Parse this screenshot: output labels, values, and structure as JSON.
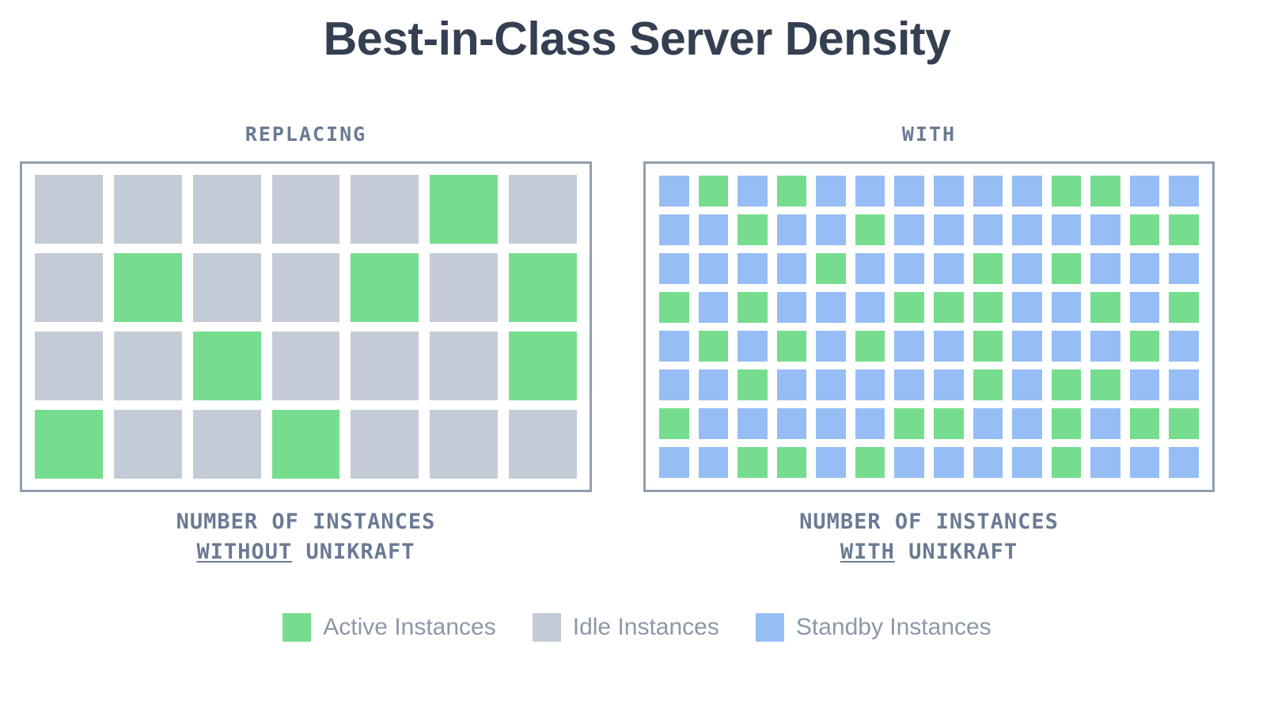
{
  "title": "Best-in-Class Server Density",
  "headers": {
    "left": "REPLACING",
    "right": "WITH"
  },
  "captions": {
    "left": {
      "line1": "NUMBER OF INSTANCES",
      "emphasis": "WITHOUT",
      "rest": " UNIKRAFT"
    },
    "right": {
      "line1": "NUMBER OF INSTANCES",
      "emphasis": "WITH",
      "rest": " UNIKRAFT"
    }
  },
  "colors": {
    "active": "#77dd8e",
    "idle": "#c3ccd6",
    "standby": "#96bdf5",
    "title": "#343f51",
    "text_muted": "#6b7a94",
    "panel_border": "#909eb0",
    "legend_text": "#8d97a6",
    "background": "#ffffff"
  },
  "legend": [
    {
      "swatch": "active-swatch",
      "color": "#77dd8e",
      "label": "Active Instances"
    },
    {
      "swatch": "idle-swatch",
      "color": "#c3ccd6",
      "label": "Idle Instances"
    },
    {
      "swatch": "standby-swatch",
      "color": "#96bdf5",
      "label": "Standby Instances"
    }
  ],
  "chart_data": {
    "type": "heatmap",
    "title": "Best-in-Class Server Density",
    "legend_position": "bottom",
    "panels": [
      {
        "id": "without-unikraft",
        "header": "REPLACING",
        "caption": "NUMBER OF INSTANCES WITHOUT UNIKRAFT",
        "rows": 4,
        "cols": 7,
        "total_cells": 28,
        "base_state": "idle",
        "active_count": 8,
        "idle_count": 20,
        "grid": [
          [
            "idle",
            "idle",
            "idle",
            "idle",
            "idle",
            "active",
            "idle"
          ],
          [
            "idle",
            "active",
            "idle",
            "idle",
            "active",
            "idle",
            "active"
          ],
          [
            "idle",
            "idle",
            "active",
            "idle",
            "idle",
            "idle",
            "active"
          ],
          [
            "active",
            "idle",
            "idle",
            "active",
            "idle",
            "idle",
            "idle"
          ]
        ]
      },
      {
        "id": "with-unikraft",
        "header": "WITH",
        "caption": "NUMBER OF INSTANCES WITH UNIKRAFT",
        "rows": 8,
        "cols": 14,
        "total_cells": 112,
        "base_state": "standby",
        "active_count": 38,
        "standby_count": 74,
        "grid": [
          [
            "standby",
            "active",
            "standby",
            "active",
            "standby",
            "standby",
            "standby",
            "standby",
            "standby",
            "standby",
            "active",
            "active",
            "standby",
            "standby"
          ],
          [
            "standby",
            "standby",
            "active",
            "standby",
            "standby",
            "active",
            "standby",
            "standby",
            "standby",
            "standby",
            "standby",
            "standby",
            "active",
            "active"
          ],
          [
            "standby",
            "standby",
            "standby",
            "standby",
            "active",
            "standby",
            "standby",
            "standby",
            "active",
            "standby",
            "active",
            "standby",
            "standby",
            "standby"
          ],
          [
            "active",
            "standby",
            "active",
            "standby",
            "standby",
            "standby",
            "active",
            "active",
            "active",
            "standby",
            "standby",
            "active",
            "standby",
            "active"
          ],
          [
            "standby",
            "active",
            "standby",
            "active",
            "standby",
            "active",
            "standby",
            "standby",
            "active",
            "standby",
            "standby",
            "standby",
            "active",
            "standby"
          ],
          [
            "standby",
            "standby",
            "active",
            "standby",
            "standby",
            "standby",
            "standby",
            "standby",
            "active",
            "standby",
            "active",
            "active",
            "standby",
            "standby"
          ],
          [
            "active",
            "standby",
            "standby",
            "standby",
            "standby",
            "standby",
            "active",
            "active",
            "standby",
            "standby",
            "active",
            "standby",
            "active",
            "active"
          ],
          [
            "standby",
            "standby",
            "active",
            "active",
            "standby",
            "active",
            "standby",
            "standby",
            "standby",
            "standby",
            "active",
            "standby",
            "standby",
            "standby"
          ]
        ]
      }
    ]
  }
}
